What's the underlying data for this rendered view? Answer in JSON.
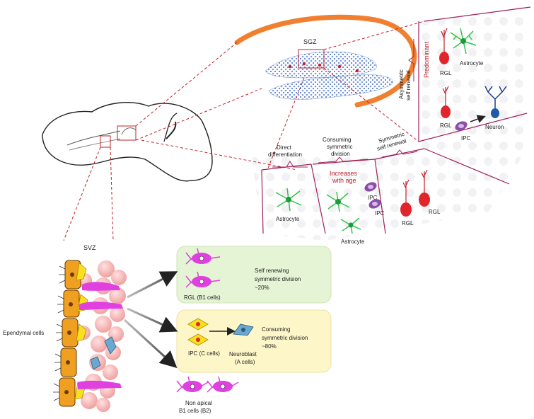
{
  "sgz": {
    "title": "SGZ",
    "modes": {
      "direct": [
        "Direct",
        "differentiation"
      ],
      "consuming": [
        "Consuming",
        "symmetric",
        "division"
      ],
      "increases": [
        "Increases",
        "with age"
      ],
      "symmetric": [
        "Symmetric",
        "self renewal"
      ],
      "asymmetric": [
        "Asymmetric",
        "self renewal"
      ],
      "predominant": "Predominant"
    },
    "cells": {
      "astrocyte": "Astrocyte",
      "rgl": "RGL",
      "ipc": "IPC",
      "neuron": "Neuron"
    }
  },
  "svz": {
    "title": "SVZ",
    "ependymal": "Ependymal cells",
    "outcomes": [
      {
        "cell": "RGL (B1 cells)",
        "desc": [
          "Self renewing",
          "symmetric division",
          "~20%"
        ]
      },
      {
        "cell": "IPC (C cells)",
        "target": [
          "Neuroblast",
          "(A cells)"
        ],
        "desc": [
          "Consuming",
          "symmetric division",
          "~80%"
        ]
      },
      {
        "cell": [
          "Non apical",
          "B1 cells (B2)"
        ]
      }
    ]
  },
  "colors": {
    "accent_red": "#c0202a",
    "green_box": "#e4f4d4",
    "yellow_box": "#fdf6c8",
    "rgl": "#e0252b",
    "ipc": "#8a4fa8",
    "astrocyte": "#2ec64a",
    "neuron": "#1f3a8a",
    "b1": "#e040e0",
    "ependymal": "#f0a020",
    "hippocampus": "#f08030",
    "granule": "#6f8fd6"
  }
}
